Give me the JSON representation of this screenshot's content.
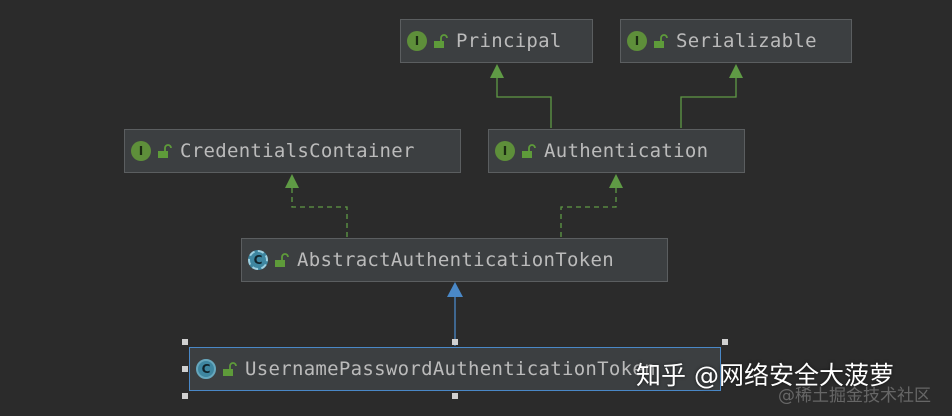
{
  "nodes": {
    "principal": {
      "label": "Principal",
      "kind": "I"
    },
    "serializable": {
      "label": "Serializable",
      "kind": "I"
    },
    "credentials_container": {
      "label": "CredentialsContainer",
      "kind": "I"
    },
    "authentication": {
      "label": "Authentication",
      "kind": "I"
    },
    "abstract_token": {
      "label": "AbstractAuthenticationToken",
      "kind": "C"
    },
    "username_token": {
      "label": "UsernamePasswordAuthenticationToken",
      "kind": "C"
    }
  },
  "watermark": {
    "main": "知乎 @网络安全大菠萝",
    "secondary": "@稀土掘金技术社区"
  },
  "colors": {
    "background": "#2b2b2b",
    "node_fill": "#3c3f41",
    "interface_arrow": "#5f9a45",
    "extends_arrow": "#4a88c7",
    "text": "#bbbbbb"
  },
  "icons": {
    "interface": "interface-icon",
    "class": "class-icon",
    "abstract_class": "abstract-class-icon",
    "lock": "lock-icon"
  }
}
